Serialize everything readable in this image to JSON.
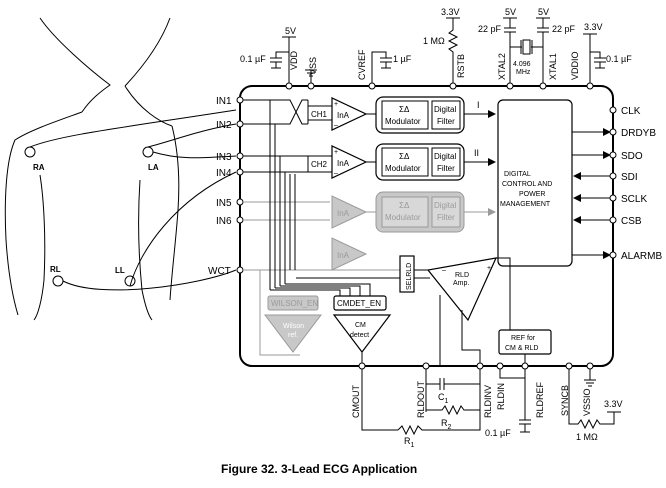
{
  "figure": {
    "caption": "Figure 32.  3-Lead ECG Application"
  },
  "electrodes": {
    "ra": "RA",
    "la": "LA",
    "rl": "RL",
    "ll": "LL"
  },
  "left_pins": [
    "IN1",
    "IN2",
    "IN3",
    "IN4",
    "IN5",
    "IN6",
    "WCT"
  ],
  "right_pins": [
    "CLK",
    "DRDYB",
    "SDO",
    "SDI",
    "SCLK",
    "CSB",
    "ALARMB"
  ],
  "top_pins": {
    "vdd": "VDD",
    "vss": "VSS",
    "cvref": "CVREF",
    "rstb": "RSTB",
    "xtal2": "XTAL2",
    "xtal1": "XTAL1",
    "vddio": "VDDIO"
  },
  "bottom_pins": {
    "cmout": "CMOUT",
    "rldout": "RLDOUT",
    "rldinv": "RLDINV",
    "rldin": "RLDIN",
    "rldref": "RLDREF",
    "syncb": "SYNCB",
    "vssio": "VSSIO"
  },
  "supplies": {
    "v5_a": "5V",
    "v33_rstb": "3.3V",
    "v5_b": "5V",
    "v5_c": "5V",
    "v33_vddio": "3.3V",
    "v33_bottom": "3.3V"
  },
  "components": {
    "c_vdd": "0.1 µF",
    "c_cvref": "1 µF",
    "r_rstb": "1 MΩ",
    "c_xtal2": "22 pF",
    "c_xtal1": "22 pF",
    "crystal_a": "4.096",
    "crystal_b": "MHz",
    "c_vddio": "0.1 µF",
    "c1": "C",
    "c1_sub": "1",
    "r2": "R",
    "r2_sub": "2",
    "r1": "R",
    "r1_sub": "1",
    "c_rldref": "0.1 µF",
    "r_bottom": "1 MΩ"
  },
  "blocks": {
    "ch1": "CH1",
    "ch2": "CH2",
    "ina": "InA",
    "sd_symbol": "ΣΔ",
    "modulator": "Modulator",
    "digital": "Digital",
    "filter": "Filter",
    "lead_i": "I",
    "lead_ii": "II",
    "dcpm": [
      "DIGITAL",
      "CONTROL AND",
      "POWER",
      "MANAGEMENT"
    ],
    "selrld": "SELRLD",
    "rld_amp_a": "RLD",
    "rld_amp_b": "Amp.",
    "wilson_en": "WILSON_EN",
    "wilson_ref_a": "Wilson",
    "wilson_ref_b": "ref.",
    "cmdet_en": "CMDET_EN",
    "cm_detect_a": "CM",
    "cm_detect_b": "detect",
    "ref_a": "REF for",
    "ref_b": "CM & RLD",
    "plus": "+",
    "minus": "–"
  }
}
